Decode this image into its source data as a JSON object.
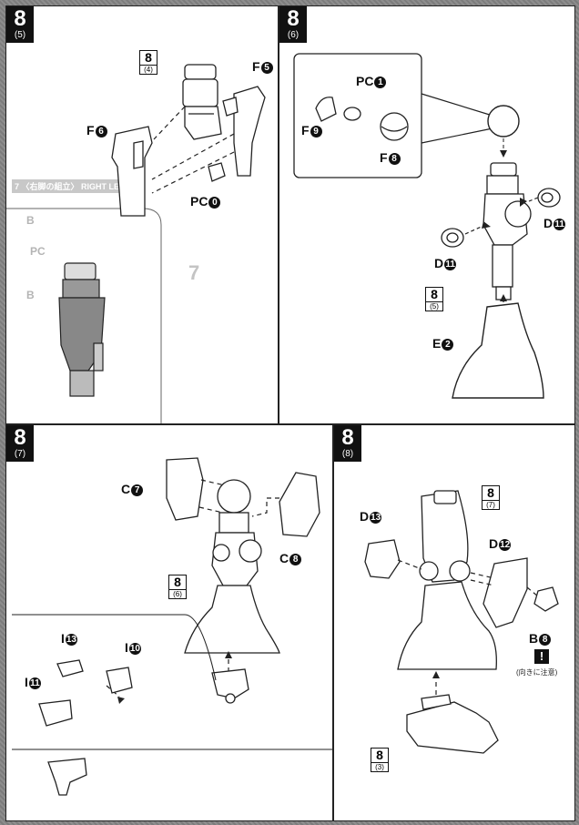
{
  "panels": {
    "p5": {
      "step": "8",
      "sub": "(5)",
      "ref_step": {
        "n": "8",
        "s": "(4)"
      },
      "labels": {
        "f5": "F",
        "f5_num": "5",
        "f6": "F",
        "f6_num": "6",
        "pc0": "PC",
        "pc0_num": "0"
      },
      "ghost_bar_title": "7 〈右脚の組立〉",
      "ghost_bar_sub": "RIGHT LEG",
      "ghost": [
        "B",
        "PC",
        "B",
        "7"
      ]
    },
    "p6": {
      "step": "8",
      "sub": "(6)",
      "ref_step": {
        "n": "8",
        "s": "(5)"
      },
      "labels": {
        "pc1": "PC",
        "pc1_num": "1",
        "f9": "F",
        "f9_num": "9",
        "f8": "F",
        "f8_num": "8",
        "d11a": "D",
        "d11a_num": "11",
        "d11b": "D",
        "d11b_num": "11",
        "e2": "E",
        "e2_num": "2"
      }
    },
    "p7": {
      "step": "8",
      "sub": "(7)",
      "ref_step": {
        "n": "8",
        "s": "(6)"
      },
      "labels": {
        "c7": "C",
        "c7_num": "7",
        "c8": "C",
        "c8_num": "8",
        "i13": "I",
        "i13_num": "13",
        "i10": "I",
        "i10_num": "10",
        "i11": "I",
        "i11_num": "11"
      }
    },
    "p8": {
      "step": "8",
      "sub": "(8)",
      "ref_step_top": {
        "n": "8",
        "s": "(7)"
      },
      "ref_step_bottom": {
        "n": "8",
        "s": "(3)"
      },
      "labels": {
        "d13": "D",
        "d13_num": "13",
        "d12": "D",
        "d12_num": "12",
        "b8": "B",
        "b8_num": "8"
      },
      "warning_mark": "!",
      "warning_note": "(向きに注意)"
    }
  }
}
